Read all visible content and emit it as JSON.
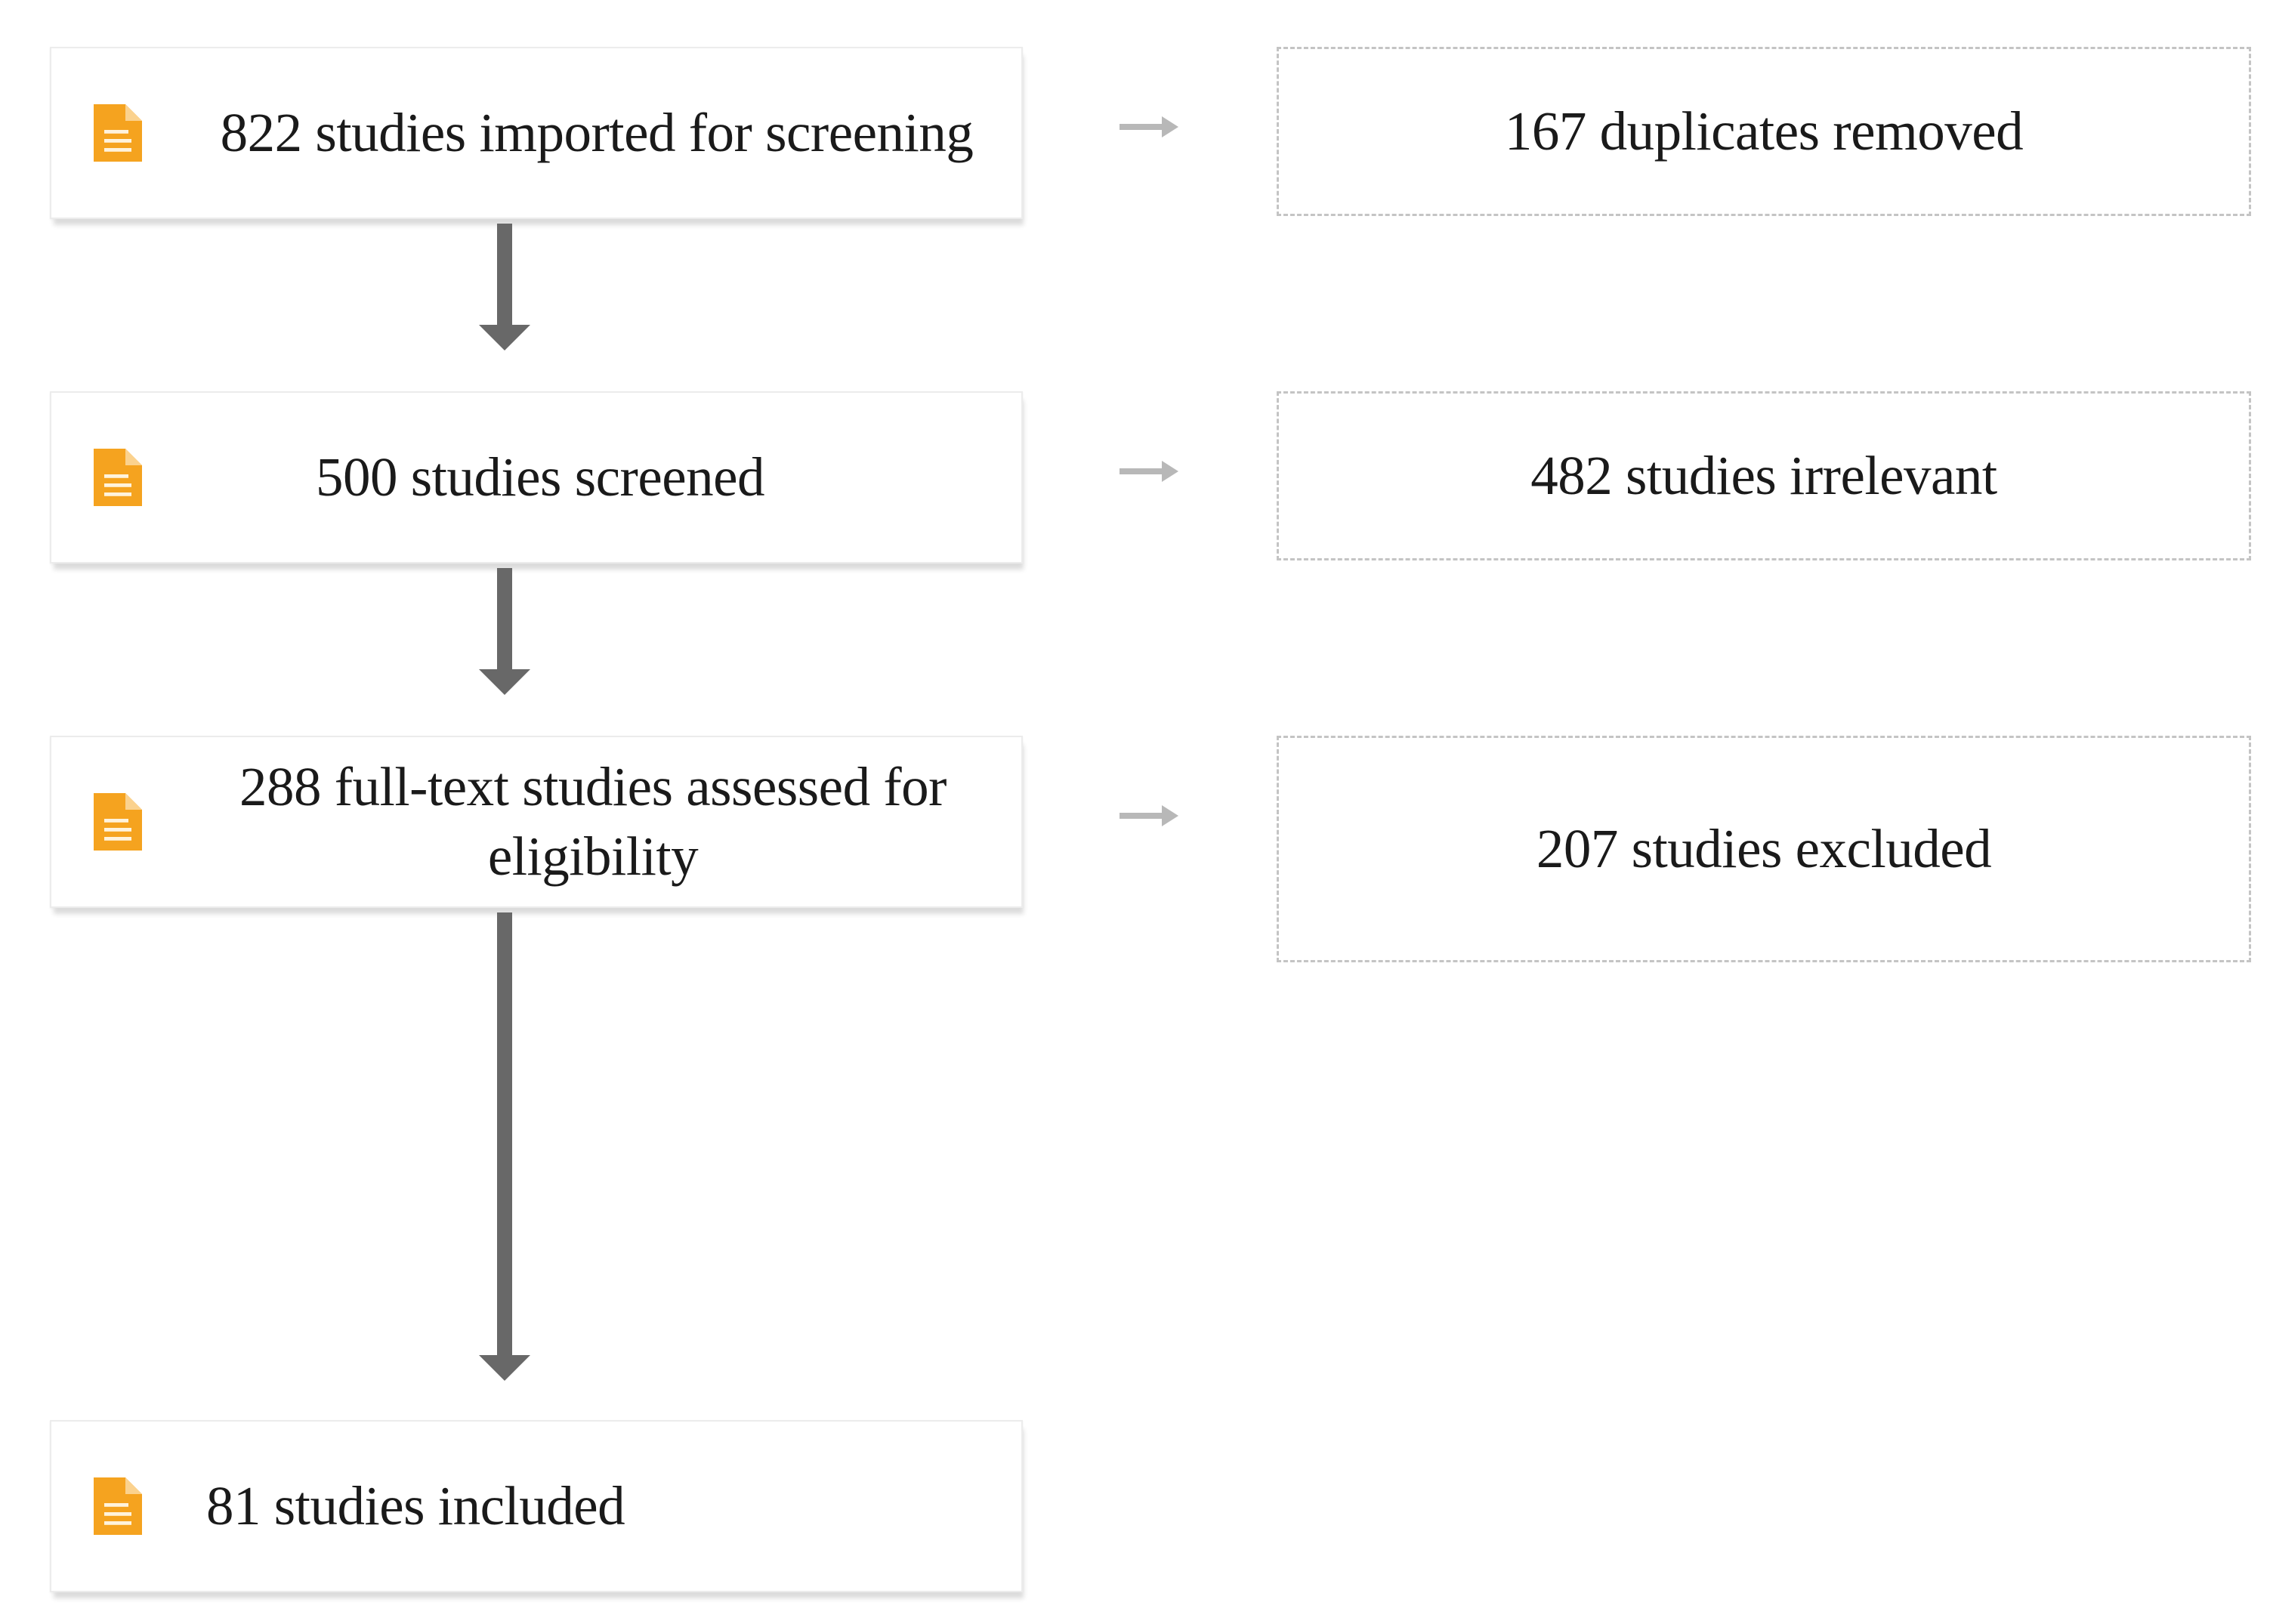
{
  "steps": [
    {
      "label": "822 studies imported for screening",
      "icon": "document-icon"
    },
    {
      "label": "500 studies screened",
      "icon": "document-icon"
    },
    {
      "label": "288 full-text studies assessed for eligibility",
      "icon": "document-icon"
    },
    {
      "label": "81 studies included",
      "icon": "document-icon"
    }
  ],
  "exclusions": [
    {
      "label": "167 duplicates removed"
    },
    {
      "label": "482 studies irrelevant"
    },
    {
      "label": "207 studies excluded"
    }
  ],
  "colors": {
    "icon": "#F5A31F",
    "main_arrow": "#686868",
    "side_arrow": "#B8B8B8",
    "dashed_border": "#C4C4C4"
  }
}
